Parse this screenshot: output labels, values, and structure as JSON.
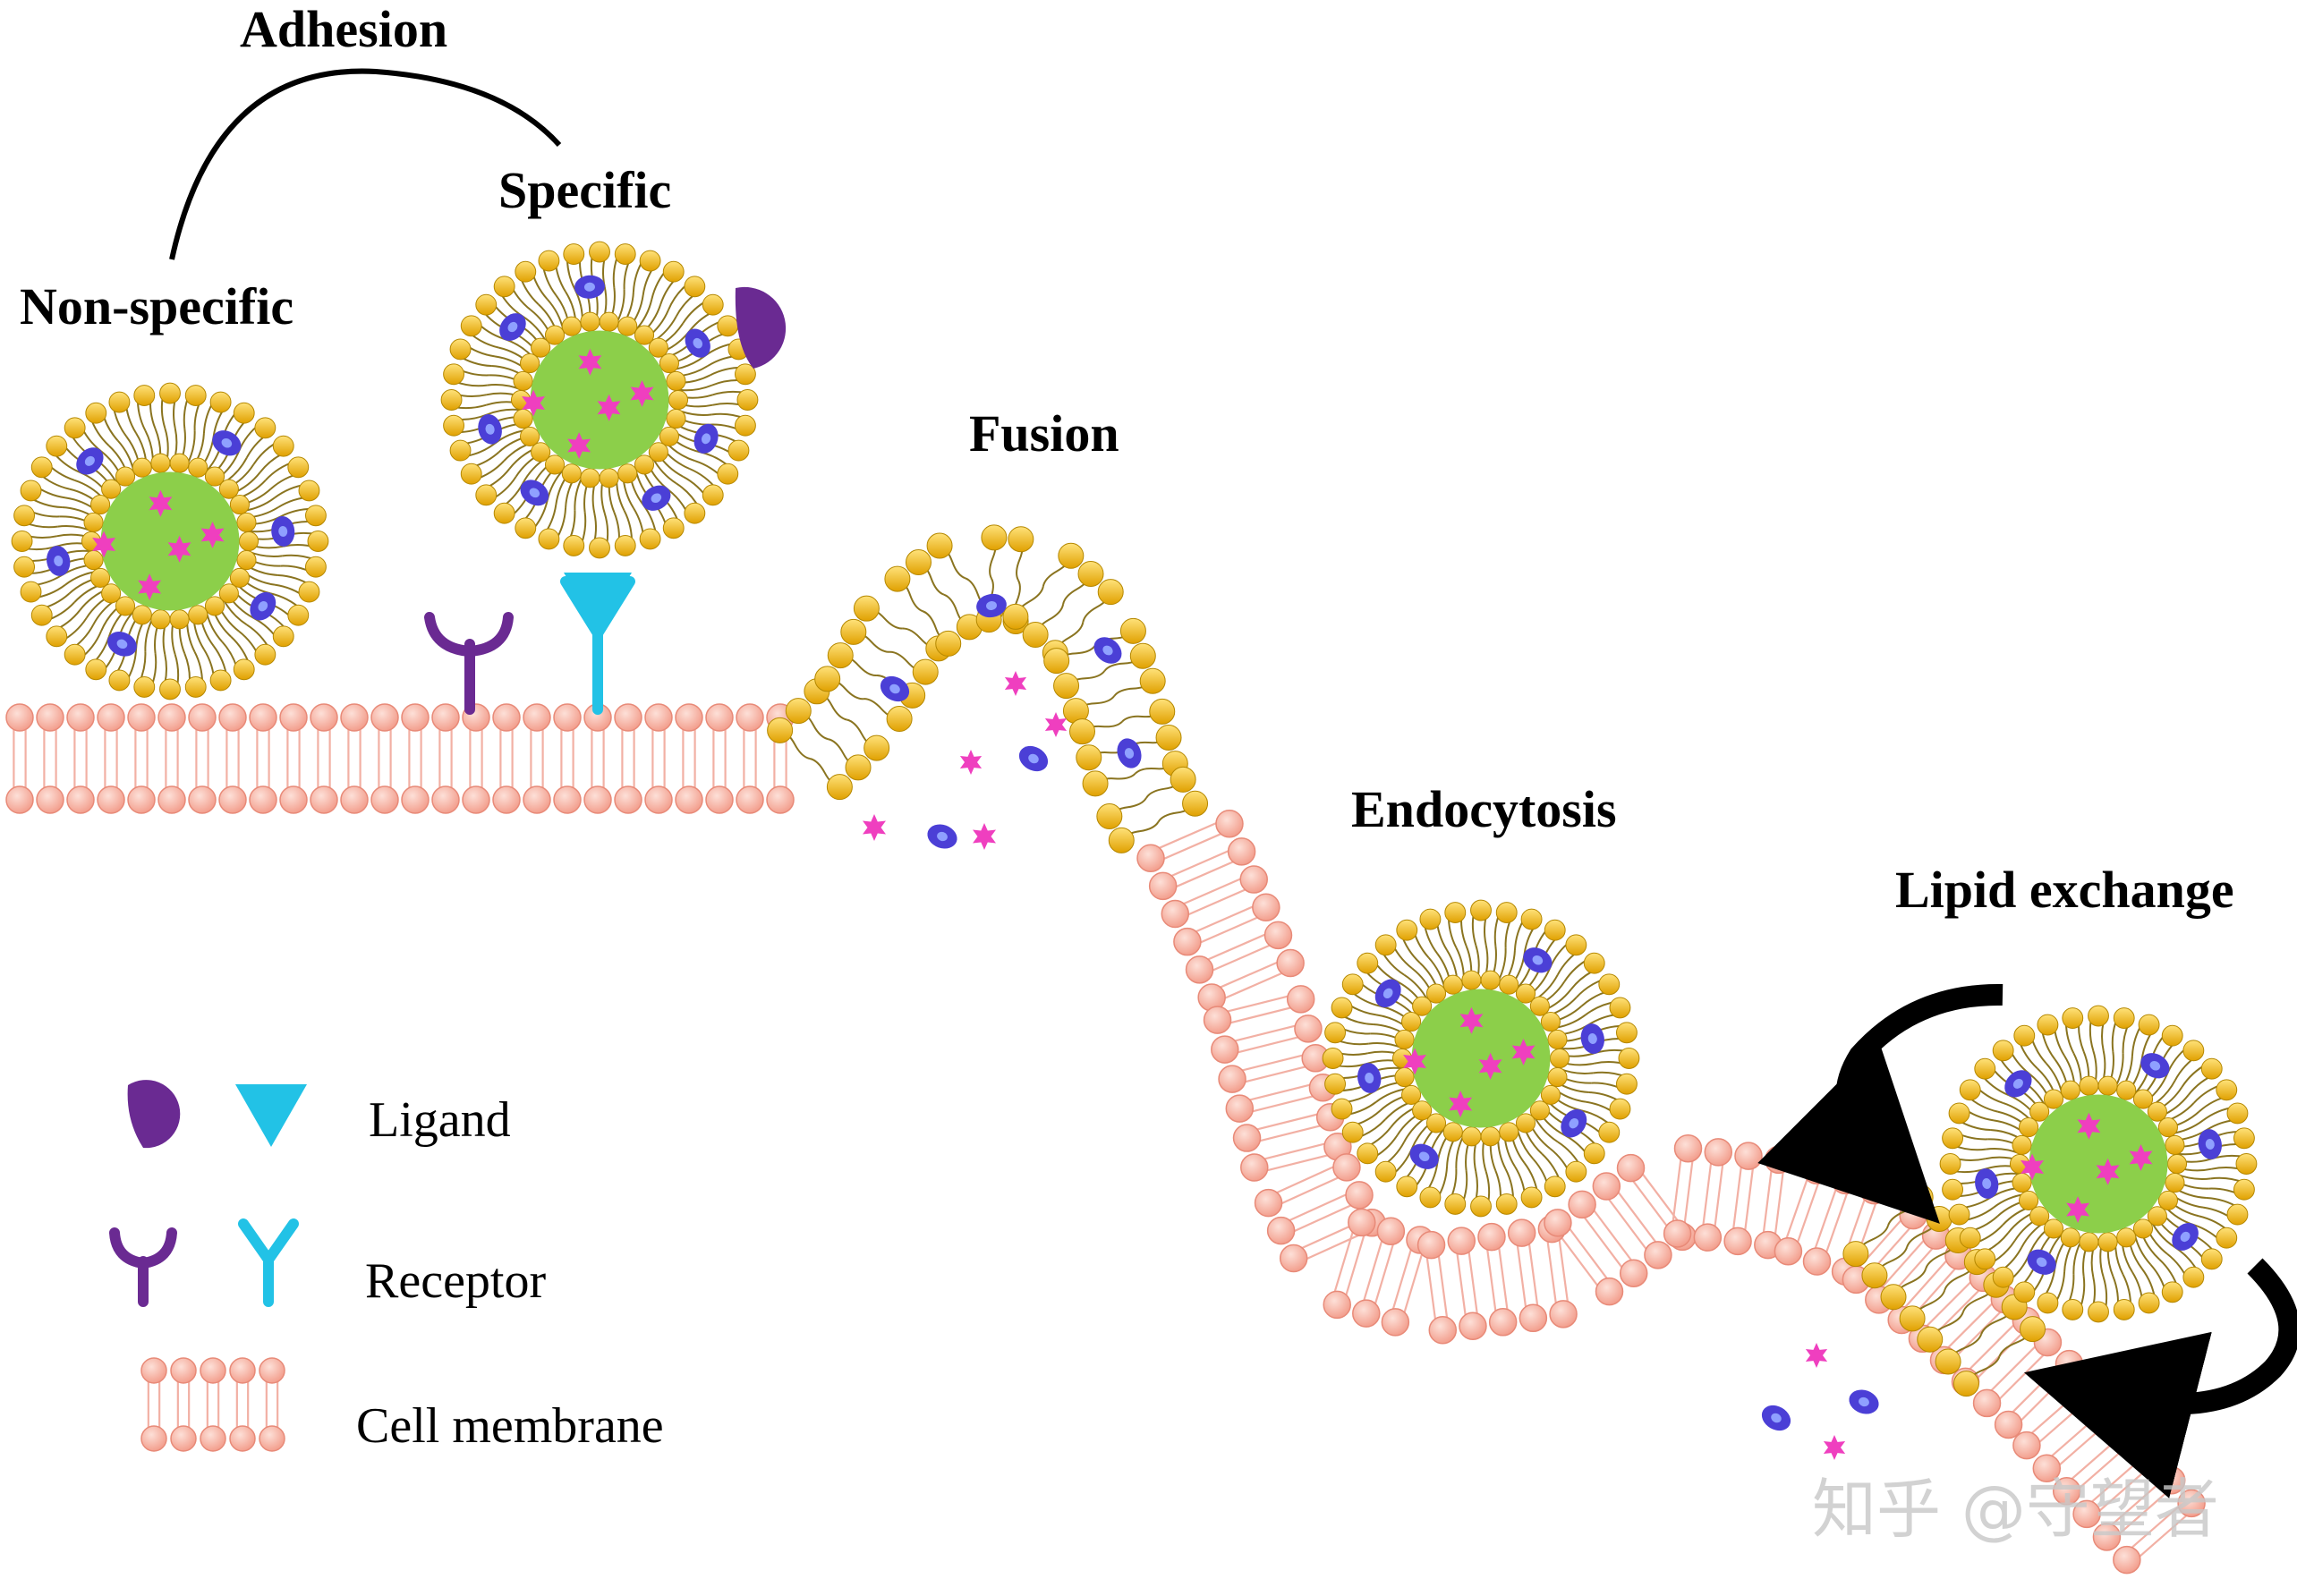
{
  "labels": {
    "adhesion": "Adhesion",
    "specific": "Specific",
    "non_specific": "Non-specific",
    "fusion": "Fusion",
    "endocytosis": "Endocytosis",
    "lipid_exchange": "Lipid exchange"
  },
  "legend": {
    "ligand": "Ligand",
    "receptor": "Receptor",
    "cell_membrane": "Cell membrane"
  },
  "watermark": "知乎 @守望者",
  "colors": {
    "membrane_head": "#f6a99a",
    "membrane_tail": "#f2b0a4",
    "lipid_head": "#f2b619",
    "lipid_tail": "#8a7420",
    "core": "#8ccf4a",
    "drug_star": "#ef3fbf",
    "protein": "#4b3fd6",
    "ligand_purple": "#6a2a92",
    "receptor_cyan": "#22c2e6",
    "arrow": "#000000"
  }
}
